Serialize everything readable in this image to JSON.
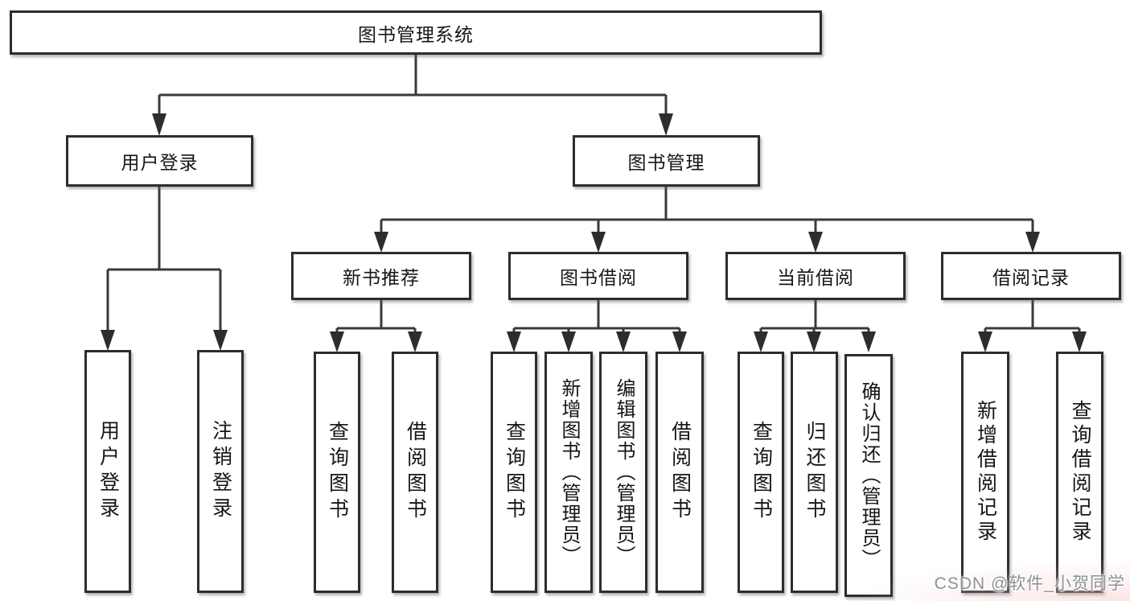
{
  "diagram": {
    "root": {
      "label": "图书管理系统"
    },
    "branches": [
      {
        "label": "用户登录",
        "children": [
          {
            "label": "用户登录"
          },
          {
            "label": "注销登录"
          }
        ]
      },
      {
        "label": "图书管理",
        "children": [
          {
            "label": "新书推荐",
            "children": [
              {
                "label": "查询图书"
              },
              {
                "label": "借阅图书"
              }
            ]
          },
          {
            "label": "图书借阅",
            "children": [
              {
                "label": "查询图书"
              },
              {
                "label": "新增图书（管理员）"
              },
              {
                "label": "编辑图书（管理员）"
              },
              {
                "label": "借阅图书"
              }
            ]
          },
          {
            "label": "当前借阅",
            "children": [
              {
                "label": "查询图书"
              },
              {
                "label": "归还图书"
              },
              {
                "label": "确认归还（管理员）"
              }
            ]
          },
          {
            "label": "借阅记录",
            "children": [
              {
                "label": "新增借阅记录"
              },
              {
                "label": "查询借阅记录"
              }
            ]
          }
        ]
      }
    ]
  },
  "watermark": {
    "text": "CSDN @软件_小贺同学"
  },
  "colors": {
    "line": "#3a3a3a",
    "arrow": "#2d2d2d",
    "box_border": "#2d2d2d",
    "text": "#161616",
    "watermark_text": "#8d9196",
    "watermark_tint": "#f6c4c4",
    "background": "#ffffff"
  }
}
